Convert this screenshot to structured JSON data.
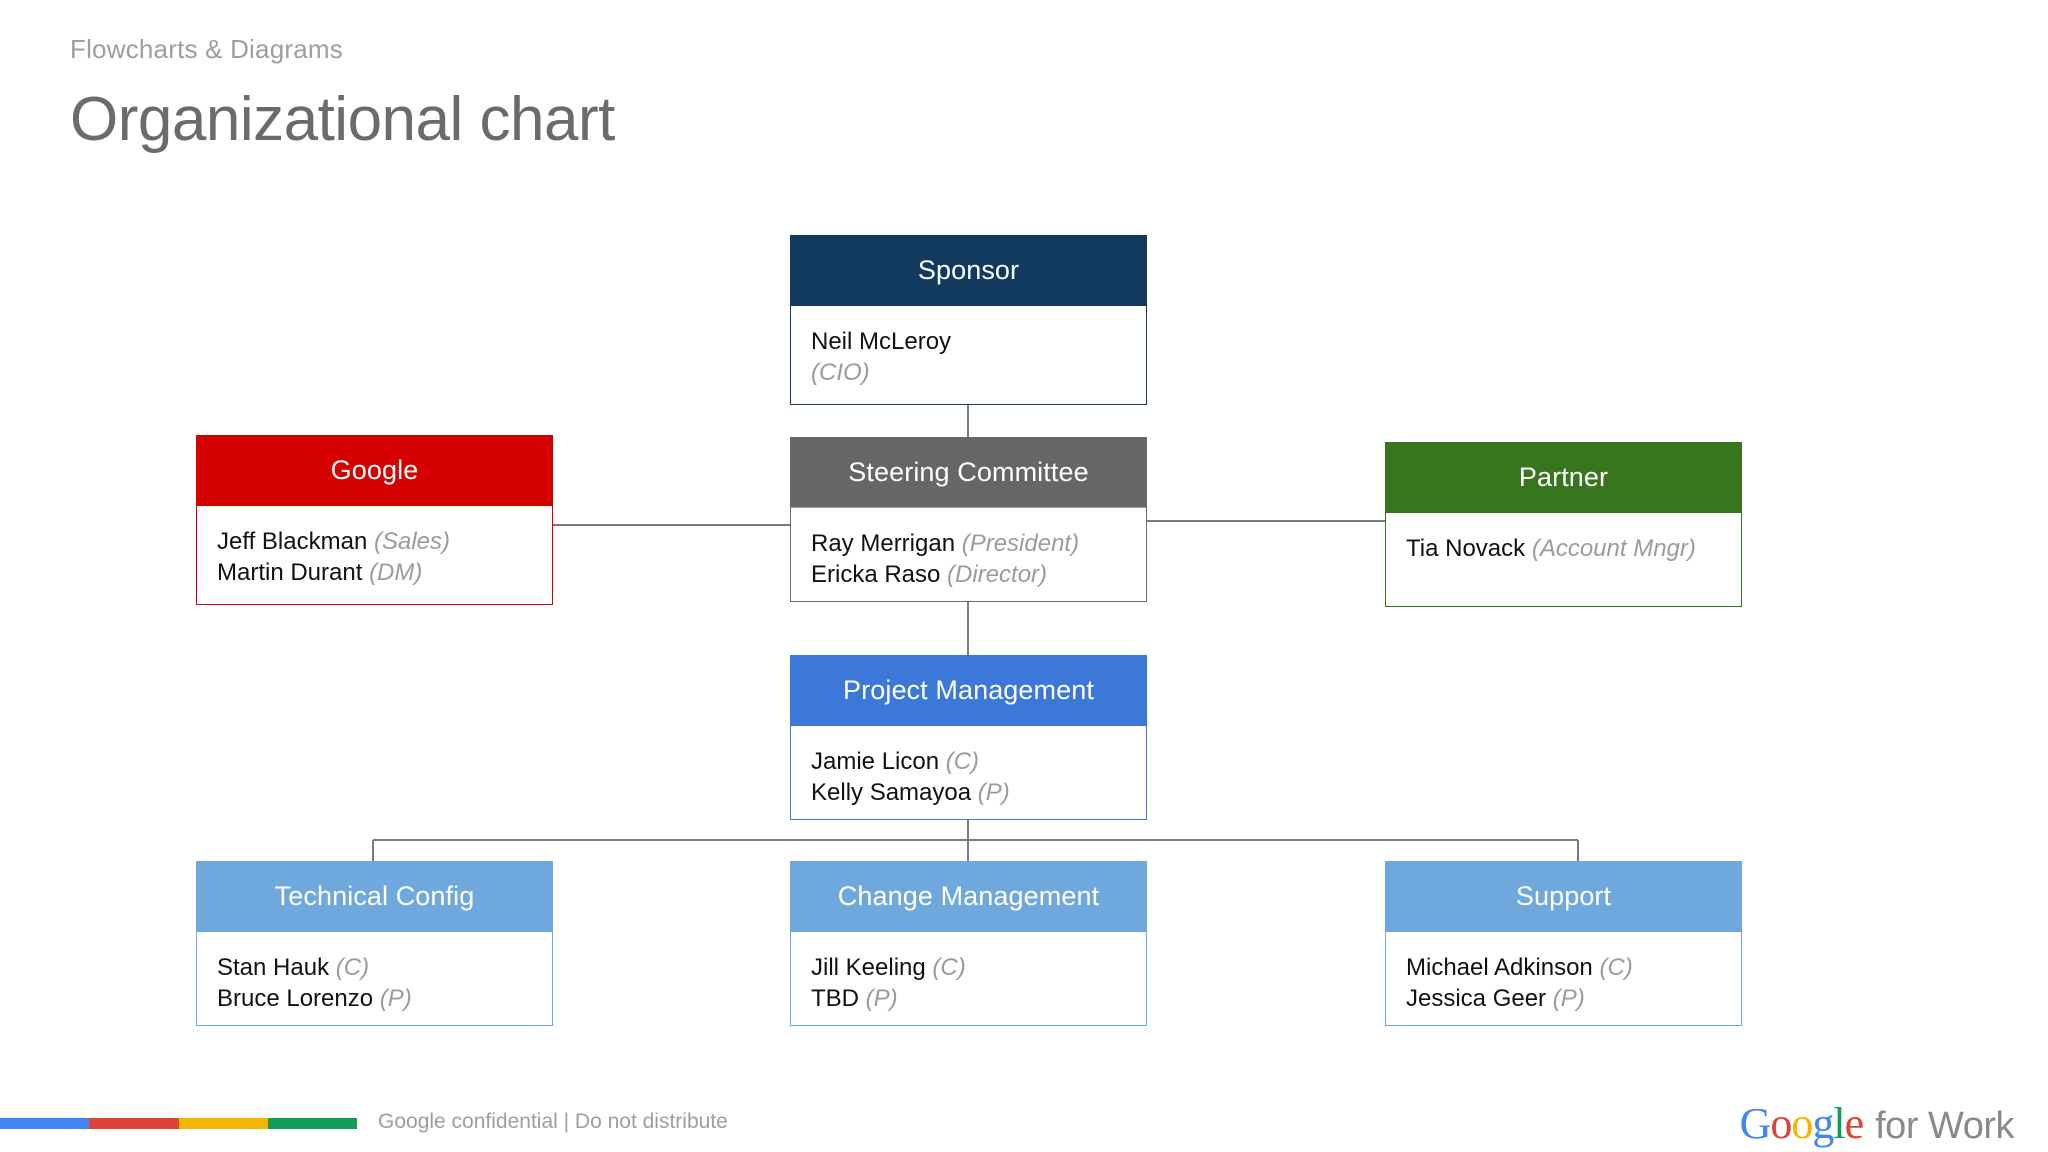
{
  "header": {
    "eyebrow": "Flowcharts & Diagrams",
    "title": "Organizational chart"
  },
  "chart_data": {
    "type": "diagram",
    "subtype": "org-chart",
    "title": "Organizational chart",
    "nodes": [
      {
        "id": "sponsor",
        "title": "Sponsor",
        "header_color": "#123A5F",
        "layout": "stacked",
        "members": [
          {
            "name": "Neil McLeroy",
            "role": "(CIO)"
          }
        ]
      },
      {
        "id": "google",
        "title": "Google",
        "header_color": "#D50000",
        "layout": "inline",
        "members": [
          {
            "name": "Jeff Blackman",
            "role": "(Sales)"
          },
          {
            "name": "Martin Durant",
            "role": "(DM)"
          }
        ]
      },
      {
        "id": "steering",
        "title": "Steering Committee",
        "header_color": "#666666",
        "layout": "inline",
        "members": [
          {
            "name": "Ray Merrigan",
            "role": "(President)"
          },
          {
            "name": "Ericka Raso",
            "role": "(Director)"
          }
        ]
      },
      {
        "id": "partner",
        "title": "Partner",
        "header_color": "#38761D",
        "layout": "inline",
        "members": [
          {
            "name": "Tia Novack",
            "role": "(Account Mngr)"
          }
        ]
      },
      {
        "id": "project-management",
        "title": "Project Management",
        "header_color": "#3C78D8",
        "layout": "inline",
        "members": [
          {
            "name": "Jamie Licon",
            "role": "(C)"
          },
          {
            "name": "Kelly Samayoa",
            "role": "(P)"
          }
        ]
      },
      {
        "id": "technical-config",
        "title": "Technical Config",
        "header_color": "#6FA8DC",
        "layout": "inline",
        "members": [
          {
            "name": "Stan Hauk",
            "role": "(C)"
          },
          {
            "name": "Bruce Lorenzo",
            "role": "(P)"
          }
        ]
      },
      {
        "id": "change-management",
        "title": "Change Management",
        "header_color": "#6FA8DC",
        "layout": "inline",
        "members": [
          {
            "name": "Jill Keeling",
            "role": "(C)"
          },
          {
            "name": "TBD",
            "role": "(P)"
          }
        ]
      },
      {
        "id": "support",
        "title": "Support",
        "header_color": "#6FA8DC",
        "layout": "inline",
        "members": [
          {
            "name": "Michael Adkinson",
            "role": "(C)"
          },
          {
            "name": "Jessica Geer",
            "role": "(P)"
          }
        ]
      }
    ],
    "edges": [
      {
        "from": "sponsor",
        "to": "steering"
      },
      {
        "from": "google",
        "to": "steering"
      },
      {
        "from": "steering",
        "to": "partner"
      },
      {
        "from": "steering",
        "to": "project-management"
      },
      {
        "from": "project-management",
        "to": "technical-config"
      },
      {
        "from": "project-management",
        "to": "change-management"
      },
      {
        "from": "project-management",
        "to": "support"
      }
    ],
    "connector_color": "#7a7a7a"
  },
  "footer": {
    "note": "Google confidential | Do not distribute",
    "bar_colors": [
      "#4285F4",
      "#DB4437",
      "#F4B400",
      "#0F9D58"
    ],
    "brand": {
      "google_letters": [
        {
          "ch": "G",
          "color": "#4285F4"
        },
        {
          "ch": "o",
          "color": "#DB4437"
        },
        {
          "ch": "o",
          "color": "#F4B400"
        },
        {
          "ch": "g",
          "color": "#4285F4"
        },
        {
          "ch": "l",
          "color": "#0F9D58"
        },
        {
          "ch": "e",
          "color": "#DB4437"
        }
      ],
      "suffix": "for Work"
    }
  }
}
